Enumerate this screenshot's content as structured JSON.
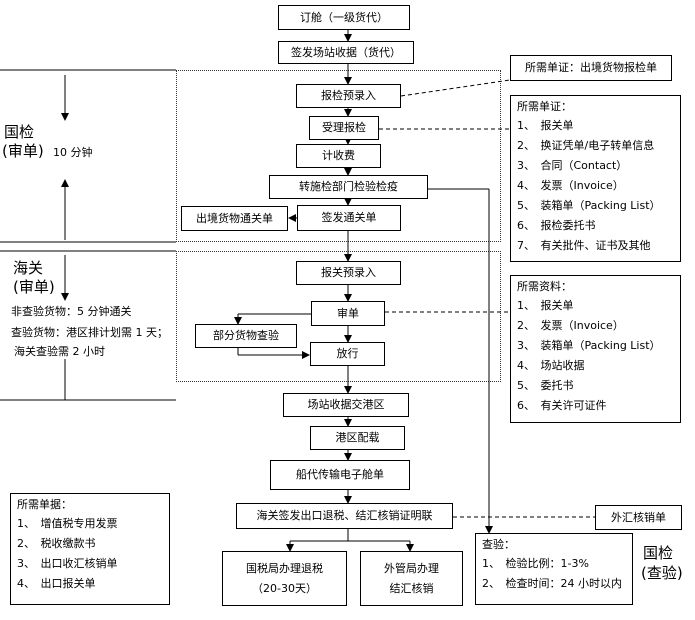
{
  "flow": {
    "book_space": "订舱（一级货代）",
    "issue_receipt": "签发场站收据（货代）",
    "insp_entry": "报检预录入",
    "accept_insp": "受理报检",
    "charge_fee": "计收费",
    "transfer_insp": "转施检部门检验检疫",
    "export_goods_pass": "出境货物通关单",
    "issue_pass": "签发通关单",
    "customs_entry": "报关预录入",
    "review": "审单",
    "partial_inspect": "部分货物查验",
    "release": "放行",
    "yard_receipt_port": "场站收据交港区",
    "port_loading": "港区配载",
    "agent_manifest": "船代传输电子舱单",
    "customs_certs": "海关签发出口退税、结汇核销证明联",
    "tax_bureau_line1": "国税局办理退税",
    "tax_bureau_line2": "（20-30天）",
    "forex_bureau_line1": "外管局办理",
    "forex_bureau_line2": "结汇核销",
    "forex_writeoff": "外汇核销单"
  },
  "left": {
    "ciq_label": "国检",
    "ciq_sub": "(审单)",
    "ciq_time": "10 分钟",
    "customs_label": "海关",
    "customs_sub": "(审单)",
    "non_inspect": "非查验货物：5 分钟通关",
    "inspect_line1": "查验货物：港区排计划需 1 天；",
    "inspect_line2": "海关查验需 2 小时"
  },
  "right": {
    "ciq_label": "国检",
    "ciq_sub": "(查验)"
  },
  "docs_needed_top": "所需单证：出境货物报检单",
  "docs_list_1": {
    "header": "所需单证：",
    "items": [
      "1、　报关单",
      "2、　换证凭单/电子转单信息",
      "3、　合同（Contact）",
      "4、　发票（Invoice）",
      "5、　装箱单（Packing List）",
      "6、　报检委托书",
      "7、　有关批件、证书及其他"
    ]
  },
  "docs_list_2": {
    "header": "所需资料：",
    "items": [
      "1、　报关单",
      "2、　发票（Invoice）",
      "3、　装箱单（Packing List）",
      "4、　场站收据",
      "5、　委托书",
      "6、　有关许可证件"
    ]
  },
  "docs_list_3": {
    "header": "所需单据：",
    "items": [
      "1、　增值税专用发票",
      "2、　税收缴款书",
      "3、　出口收汇核销单",
      "4、　出口报关单"
    ]
  },
  "inspection": {
    "header": "查验：",
    "items": [
      "1、　检验比例：1-3%",
      "2、　检查时间：24 小时以内"
    ]
  }
}
